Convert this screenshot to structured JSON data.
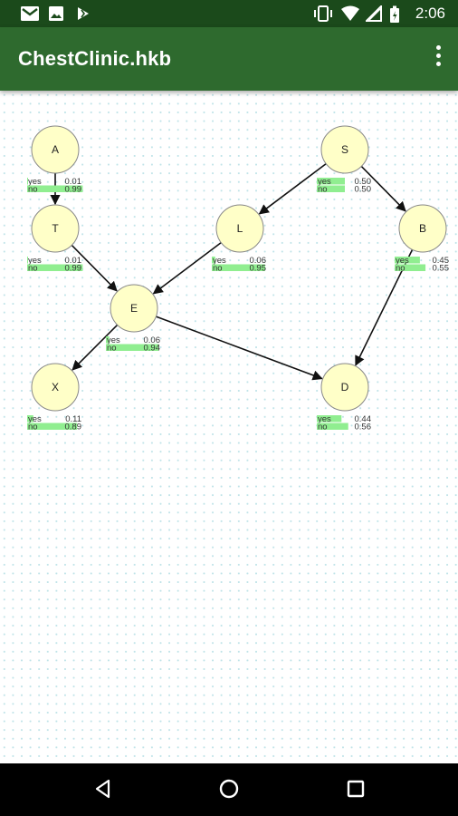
{
  "status_bar": {
    "time": "2:06",
    "icons": [
      "gmail-icon",
      "image-icon",
      "flash-icon",
      "vibrate-icon",
      "wifi-icon",
      "cellular-icon",
      "battery-icon"
    ]
  },
  "app_bar": {
    "title": "ChestClinic.hkb",
    "menu_icon": "more-vert-icon"
  },
  "colors": {
    "status_bar": "#1b4a1b",
    "app_bar": "#2e6a2e",
    "node_fill": "#ffffc8",
    "belief_bar": "#90ee90"
  },
  "network": {
    "nodes": [
      {
        "id": "A",
        "label": "A",
        "states": [
          {
            "name": "yes",
            "value": "0.01",
            "p": 0.01
          },
          {
            "name": "no",
            "value": "0.99",
            "p": 0.99
          }
        ]
      },
      {
        "id": "S",
        "label": "S",
        "states": [
          {
            "name": "yes",
            "value": "0.50",
            "p": 0.5
          },
          {
            "name": "no",
            "value": "0.50",
            "p": 0.5
          }
        ]
      },
      {
        "id": "T",
        "label": "T",
        "states": [
          {
            "name": "yes",
            "value": "0.01",
            "p": 0.01
          },
          {
            "name": "no",
            "value": "0.99",
            "p": 0.99
          }
        ]
      },
      {
        "id": "L",
        "label": "L",
        "states": [
          {
            "name": "yes",
            "value": "0.06",
            "p": 0.06
          },
          {
            "name": "no",
            "value": "0.95",
            "p": 0.95
          }
        ]
      },
      {
        "id": "B",
        "label": "B",
        "states": [
          {
            "name": "yes",
            "value": "0.45",
            "p": 0.45
          },
          {
            "name": "no",
            "value": "0.55",
            "p": 0.55
          }
        ]
      },
      {
        "id": "E",
        "label": "E",
        "states": [
          {
            "name": "yes",
            "value": "0.06",
            "p": 0.06
          },
          {
            "name": "no",
            "value": "0.94",
            "p": 0.94
          }
        ]
      },
      {
        "id": "X",
        "label": "X",
        "states": [
          {
            "name": "yes",
            "value": "0.11",
            "p": 0.11
          },
          {
            "name": "no",
            "value": "0.89",
            "p": 0.89
          }
        ]
      },
      {
        "id": "D",
        "label": "D",
        "states": [
          {
            "name": "yes",
            "value": "0.44",
            "p": 0.44
          },
          {
            "name": "no",
            "value": "0.56",
            "p": 0.56
          }
        ]
      }
    ],
    "edges": [
      [
        "A",
        "T"
      ],
      [
        "S",
        "L"
      ],
      [
        "S",
        "B"
      ],
      [
        "T",
        "E"
      ],
      [
        "L",
        "E"
      ],
      [
        "E",
        "X"
      ],
      [
        "E",
        "D"
      ],
      [
        "B",
        "D"
      ]
    ]
  },
  "nav_bar": {
    "buttons": [
      "back-icon",
      "home-icon",
      "recents-icon"
    ]
  }
}
